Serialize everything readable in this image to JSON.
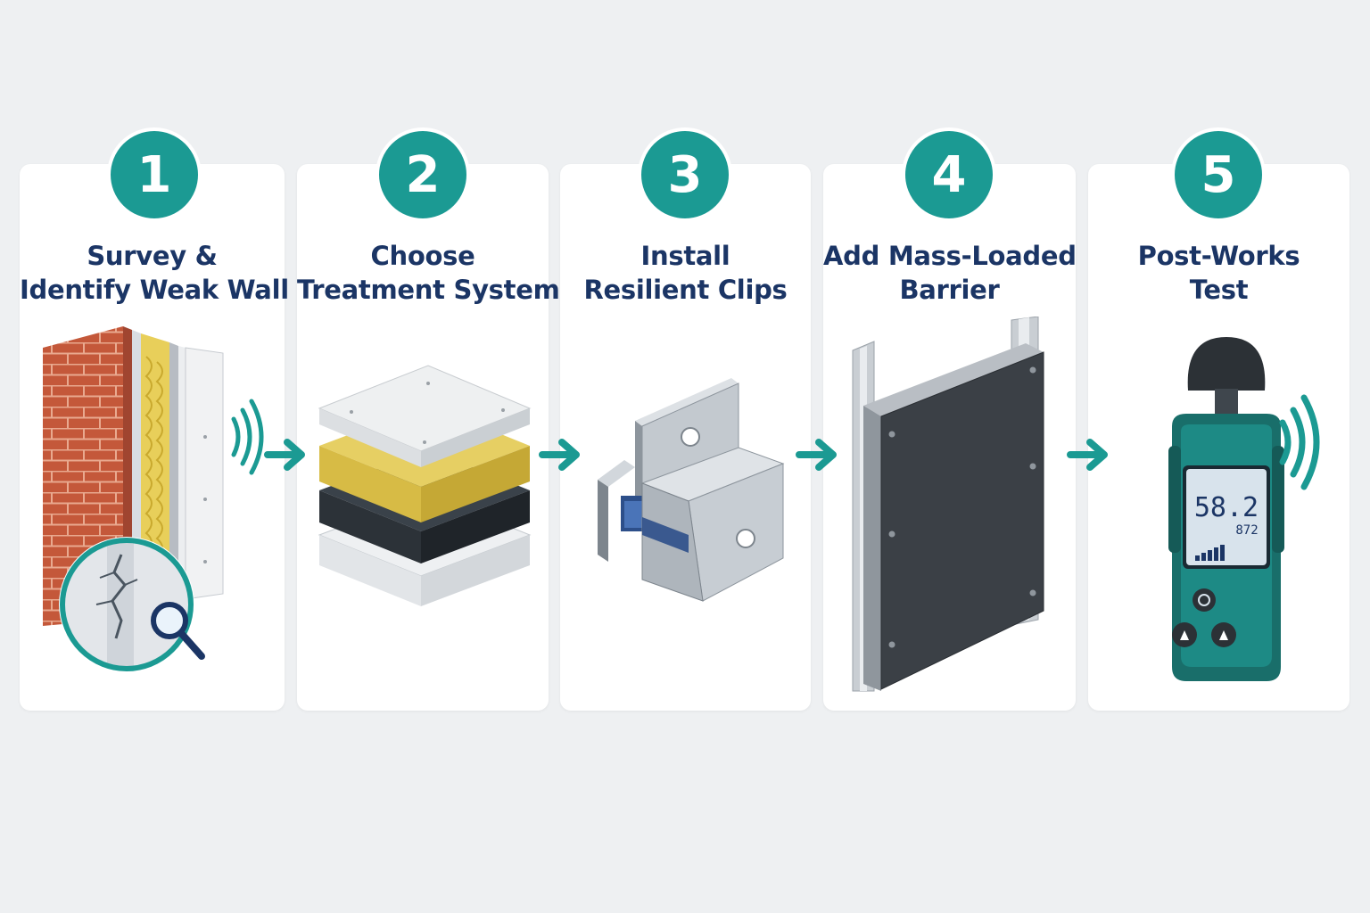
{
  "steps": [
    {
      "number": "1",
      "title_line1": "Survey &",
      "title_line2": "Identify Weak Wall",
      "illustration": "wall-section-with-magnifier-icon"
    },
    {
      "number": "2",
      "title_line1": "Choose",
      "title_line2": "Treatment System",
      "illustration": "layered-panels-icon"
    },
    {
      "number": "3",
      "title_line1": "Install",
      "title_line2": "Resilient Clips",
      "illustration": "resilient-clip-icon"
    },
    {
      "number": "4",
      "title_line1": "Add Mass-Loaded",
      "title_line2": "Barrier",
      "illustration": "barrier-panel-icon"
    },
    {
      "number": "5",
      "title_line1": "Post-Works",
      "title_line2": "Test",
      "illustration": "sound-level-meter-icon"
    }
  ],
  "meter": {
    "reading": "58.2",
    "sub_reading": "872"
  },
  "colors": {
    "accent": "#1b9a93",
    "title": "#1b3565",
    "card": "#ffffff",
    "background": "#eef0f2"
  }
}
